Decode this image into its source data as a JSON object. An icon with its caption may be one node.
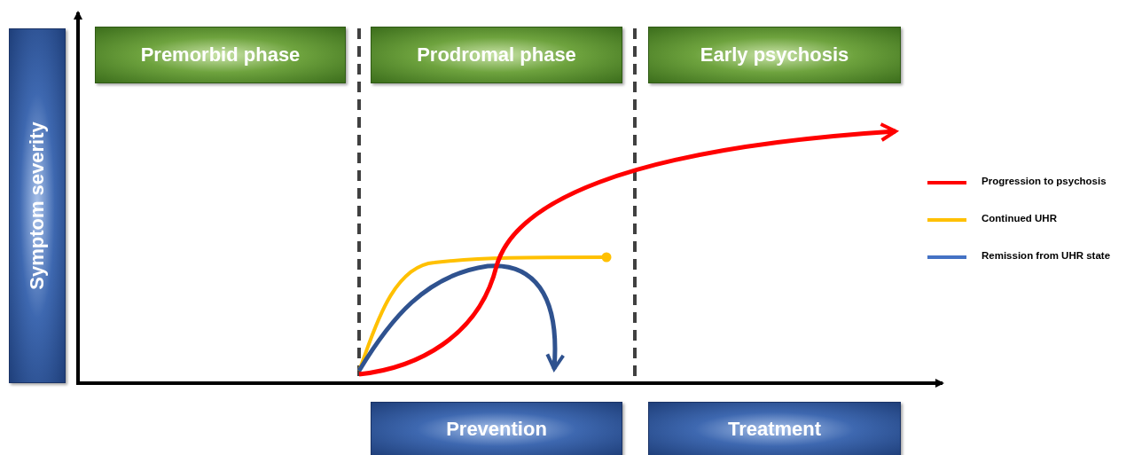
{
  "diagram": {
    "nodes": [
      {
        "text": [
          "Symptom severity"
        ]
      },
      {
        "text": [
          "Premorbid phase"
        ]
      },
      {
        "text": [
          "Prodromal phase"
        ]
      },
      {
        "text": [
          "Early psychosis"
        ]
      },
      {
        "text": [
          "Prevention"
        ]
      },
      {
        "text": [
          "Treatment"
        ]
      }
    ],
    "legend": [
      {
        "text": "Progression to psychosis",
        "color": "#ff0000"
      },
      {
        "text": "Continued UHR",
        "color": "#ffc000"
      },
      {
        "text": "Remission from UHR state",
        "color": "#4472c4"
      }
    ]
  }
}
